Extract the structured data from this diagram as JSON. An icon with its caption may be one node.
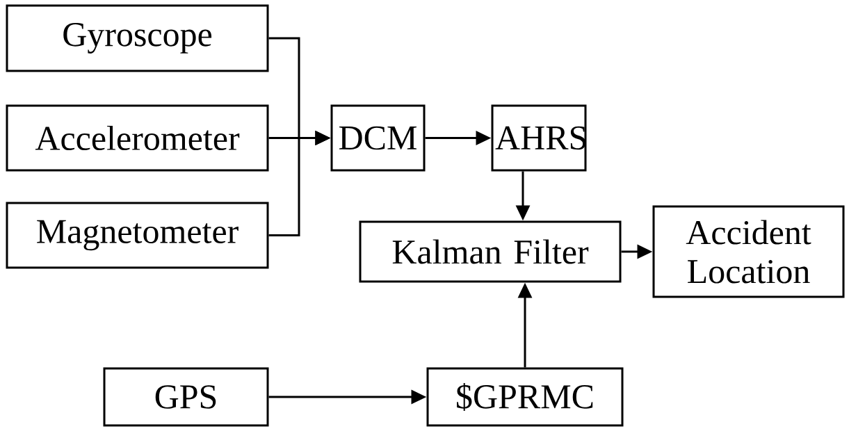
{
  "diagram": {
    "nodes": [
      {
        "text": [
          "Gyroscope"
        ]
      },
      {
        "text": [
          "Accelerometer"
        ]
      },
      {
        "text": [
          "Magnetometer"
        ]
      },
      {
        "text": [
          "DCM"
        ]
      },
      {
        "text": [
          "AHRS"
        ]
      },
      {
        "text": [
          "Kalman Filter"
        ]
      },
      {
        "text": [
          "Accident Location"
        ]
      },
      {
        "text": [
          "GPS"
        ]
      },
      {
        "text": [
          "$GPRMC"
        ]
      }
    ],
    "edges": [
      {
        "from": 0,
        "to": 3,
        "arrow": "to"
      },
      {
        "from": 1,
        "to": 3,
        "arrow": "to"
      },
      {
        "from": 2,
        "to": 3,
        "arrow": "to"
      },
      {
        "from": 3,
        "to": 4,
        "arrow": "to"
      },
      {
        "from": 4,
        "to": 5,
        "arrow": "to"
      },
      {
        "from": 5,
        "to": 6,
        "arrow": "to"
      },
      {
        "from": 7,
        "to": 8,
        "arrow": "to"
      },
      {
        "from": 8,
        "to": 5,
        "arrow": "to"
      }
    ]
  }
}
